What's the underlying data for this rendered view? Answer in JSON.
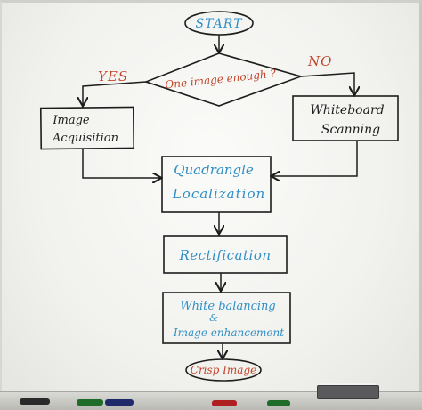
{
  "flowchart": {
    "start": "START",
    "decision": "One image enough ?",
    "yes": "YES",
    "no": "NO",
    "image_acquisition": [
      "Image",
      "Acquisition"
    ],
    "whiteboard_scanning": [
      "Whiteboard",
      "Scanning"
    ],
    "quadrangle_localization": [
      "Quadrangle",
      "Localization"
    ],
    "rectification": "Rectification",
    "white_balancing": [
      "White balancing",
      "&",
      "Image enhancement"
    ],
    "end": "Crisp Image"
  },
  "colors": {
    "ink_black": "#1d1d1d",
    "ink_red": "#c2452b",
    "ink_blue": "#2f8fc6",
    "marker_tray": [
      "#2a2a2a",
      "#1f6b2a",
      "#1f2a6b",
      "#b01f1f",
      "#1f6b2a",
      "#1f2a6b"
    ]
  }
}
